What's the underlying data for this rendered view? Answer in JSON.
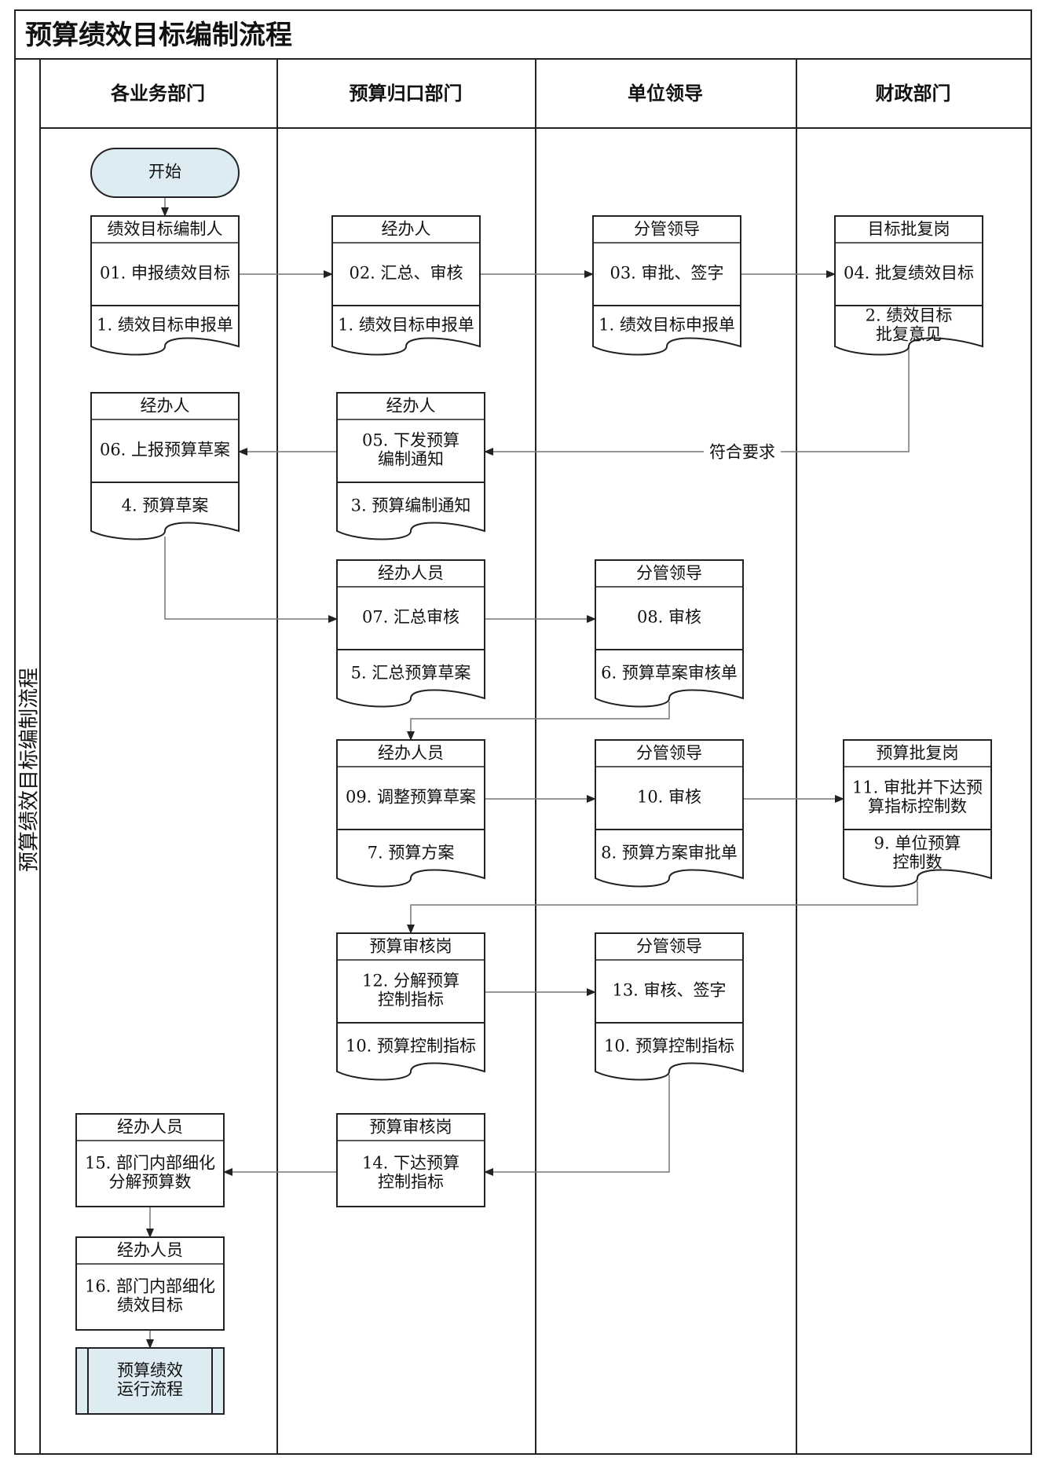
{
  "title": "预算绩效目标编制流程",
  "pool_label": "预算绩效目标编制流程",
  "lanes": [
    "各业务部门",
    "预算归口部门",
    "单位领导",
    "财政部门"
  ],
  "start_label": "开始",
  "end_process_lines": [
    "预算绩效",
    "运行流程"
  ],
  "arrow_label": "符合要求",
  "colors": {
    "terminal_fill": "#dcecf2",
    "line": "#222222",
    "connector": "#777777"
  },
  "tasks": [
    {
      "id": "t1",
      "role": "绩效目标编制人",
      "action": [
        "01. 申报绩效目标"
      ],
      "doc": [
        "1. 绩效目标申报单"
      ]
    },
    {
      "id": "t2",
      "role": "经办人",
      "action": [
        "02. 汇总、审核"
      ],
      "doc": [
        "1. 绩效目标申报单"
      ]
    },
    {
      "id": "t3",
      "role": "分管领导",
      "action": [
        "03. 审批、签字"
      ],
      "doc": [
        "1. 绩效目标申报单"
      ]
    },
    {
      "id": "t4",
      "role": "目标批复岗",
      "action": [
        "04. 批复绩效目标"
      ],
      "doc": [
        "2. 绩效目标",
        "批复意见"
      ]
    },
    {
      "id": "t5",
      "role": "经办人",
      "action": [
        "05. 下发预算",
        "编制通知"
      ],
      "doc": [
        "3. 预算编制通知"
      ]
    },
    {
      "id": "t6",
      "role": "经办人",
      "action": [
        "06. 上报预算草案"
      ],
      "doc": [
        "4. 预算草案"
      ]
    },
    {
      "id": "t7",
      "role": "经办人员",
      "action": [
        "07. 汇总审核"
      ],
      "doc": [
        "5. 汇总预算草案"
      ]
    },
    {
      "id": "t8",
      "role": "分管领导",
      "action": [
        "08. 审核"
      ],
      "doc": [
        "6. 预算草案审核单"
      ]
    },
    {
      "id": "t9",
      "role": "经办人员",
      "action": [
        "09. 调整预算草案"
      ],
      "doc": [
        "7. 预算方案"
      ]
    },
    {
      "id": "t10",
      "role": "分管领导",
      "action": [
        "10. 审核"
      ],
      "doc": [
        "8. 预算方案审批单"
      ]
    },
    {
      "id": "t11",
      "role": "预算批复岗",
      "action": [
        "11. 审批并下达预",
        "算指标控制数"
      ],
      "doc": [
        "9. 单位预算",
        "控制数"
      ]
    },
    {
      "id": "t12",
      "role": "预算审核岗",
      "action": [
        "12. 分解预算",
        "控制指标"
      ],
      "doc": [
        "10. 预算控制指标"
      ]
    },
    {
      "id": "t13",
      "role": "分管领导",
      "action": [
        "13. 审核、签字"
      ],
      "doc": [
        "10. 预算控制指标"
      ]
    },
    {
      "id": "t14",
      "role": "预算审核岗",
      "action": [
        "14. 下达预算",
        "控制指标"
      ],
      "doc": []
    },
    {
      "id": "t15",
      "role": "经办人员",
      "action": [
        "15. 部门内部细化",
        "分解预算数"
      ],
      "doc": []
    },
    {
      "id": "t16",
      "role": "经办人员",
      "action": [
        "16. 部门内部细化",
        "绩效目标"
      ],
      "doc": []
    }
  ]
}
